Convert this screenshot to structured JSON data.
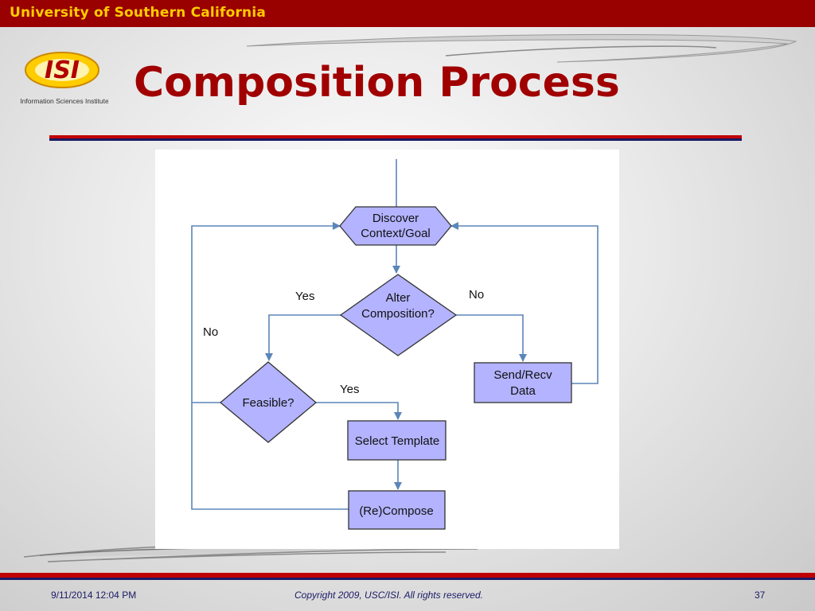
{
  "header": {
    "university": "University of Southern California"
  },
  "logo": {
    "mark": "ISI",
    "caption": "Information Sciences Institute"
  },
  "slide": {
    "title": "Composition Process"
  },
  "flowchart": {
    "nodes": {
      "discover": [
        "Discover",
        "Context/Goal"
      ],
      "alter": [
        "Alter",
        "Composition?"
      ],
      "feasible": [
        "Feasible?"
      ],
      "send": [
        "Send/Recv",
        "Data"
      ],
      "select": [
        "Select Template"
      ],
      "recompose": [
        "(Re)Compose"
      ]
    },
    "edge_labels": {
      "alter_yes": "Yes",
      "alter_no": "No",
      "feasible_yes": "Yes",
      "feasible_no": "No"
    }
  },
  "colors": {
    "node_fill": "#b3b3ff",
    "edge": "#5b86b8",
    "brand_red": "#990000",
    "header_text": "#ffcc00"
  },
  "footer": {
    "date": "9/11/2014 12:04 PM",
    "copyright": "Copyright 2009, USC/ISI.  All rights reserved.",
    "page": "37"
  }
}
